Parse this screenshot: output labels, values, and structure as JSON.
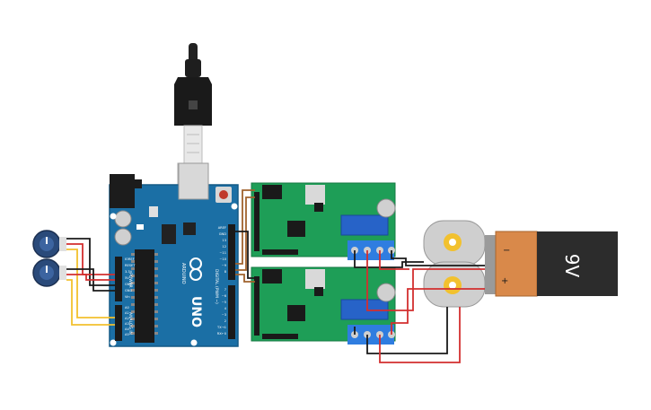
{
  "arduino": {
    "labels": {
      "brand": "ARDUINO",
      "uno": "UNO",
      "power": "POWER",
      "analog_in": "ANALOG IN",
      "digital": "DIGITAL (PWM ~)",
      "power_pins": [
        "IOREF",
        "RESET",
        "3.3V",
        "5V",
        "GND",
        "GND",
        "Vin"
      ],
      "analog_pins": [
        "A0",
        "A1",
        "A2",
        "A3",
        "A4",
        "A5"
      ],
      "digital_top_pins": [
        "AREF",
        "GND",
        "13",
        "12",
        "~11",
        "~10",
        "~9",
        "8"
      ],
      "digital_bottom_pins": [
        "7",
        "~6",
        "~5",
        "4",
        "~3",
        "2",
        "TX→1",
        "RX←0"
      ]
    }
  },
  "battery": {
    "label": "9V",
    "minus": "−",
    "plus": "+"
  },
  "colors": {
    "arduino_blue": "#1b6fa5",
    "driver_green": "#1e9e57",
    "wire_red": "#d32f2f",
    "wire_black": "#1a1a1a",
    "wire_yellow": "#f2c12e",
    "wire_brown": "#a0622d",
    "battery_orange": "#d9894a",
    "battery_black": "#2c2c2c",
    "pot_blue": "#2a4a7a",
    "motor_grey": "#cfcfcf"
  },
  "icons": {
    "usb": "usb-cable-icon",
    "arduino_logo": "infinity-logo-icon"
  }
}
